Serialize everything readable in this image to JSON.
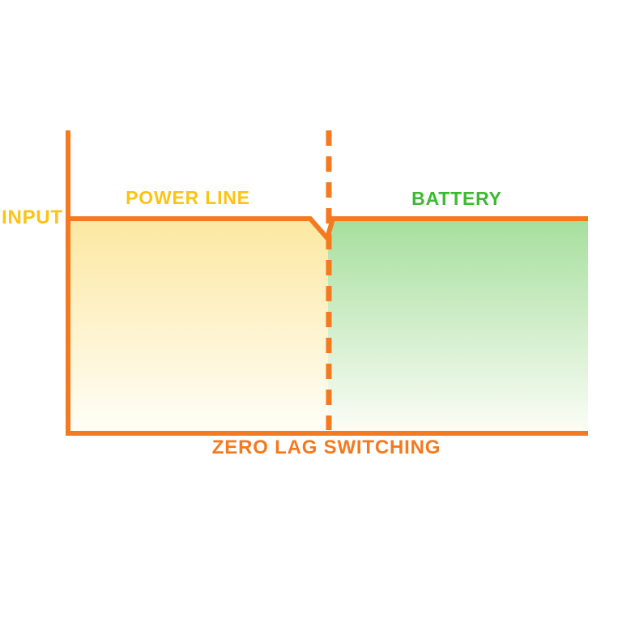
{
  "diagram": {
    "type": "timeline-diagram",
    "y_axis_label": "INPUT",
    "bottom_caption": "ZERO LAG SWITCHING",
    "phases": [
      {
        "label": "POWER LINE",
        "theme": "gold",
        "order": 1
      },
      {
        "label": "BATTERY",
        "theme": "green",
        "order": 2
      }
    ],
    "switch_marker": "dashed-vertical-line-with-notch"
  },
  "labels": {
    "input": "INPUT",
    "power_line": "POWER LINE",
    "battery": "BATTERY",
    "zero_lag": "ZERO LAG SWITCHING"
  },
  "colors": {
    "orange": "#F5791E",
    "gold": "#FDC313",
    "green": "#3DBA31",
    "yellow_fill_top": "#FCE8A2",
    "yellow_fill_bottom": "#FFFEF8",
    "green_fill_top": "#A7DF9E",
    "green_fill_bottom": "#FBFDF7",
    "background": "#FFFFFF"
  }
}
